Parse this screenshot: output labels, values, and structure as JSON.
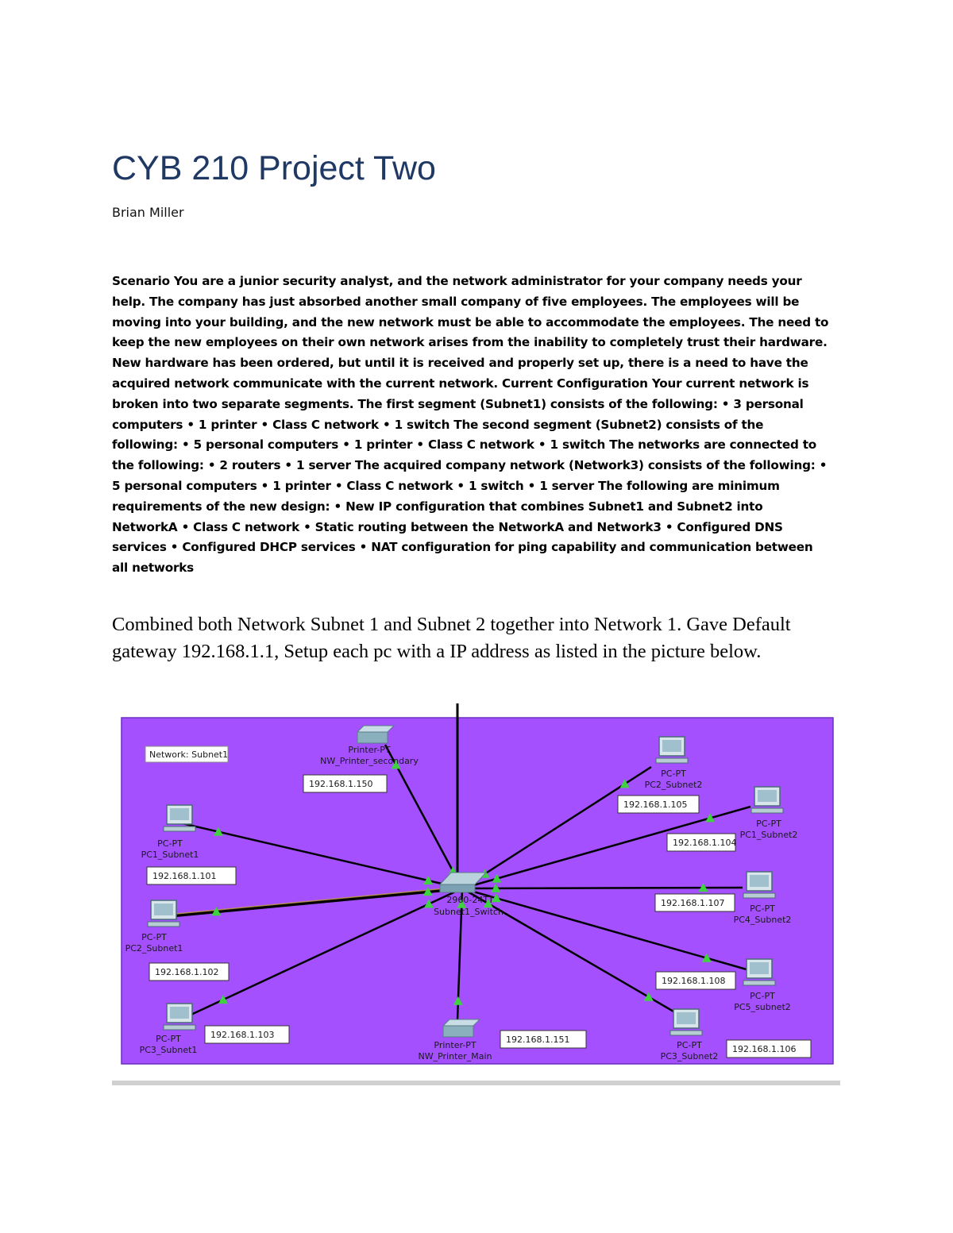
{
  "doc": {
    "title": "CYB 210 Project Two",
    "author": "Brian Miller",
    "scenario": "Scenario You are a junior security analyst, and the network administrator for your company needs your help. The company has just absorbed another small company of five employees. The employees will be moving into your building, and the new network must be able to accommodate the employees. The need to keep the new employees on their own network arises from the inability to completely trust their hardware. New hardware has been ordered, but until it is received and properly set up, there is a need to have the acquired network communicate with the current network. Current Configuration Your current network is broken into two separate segments. The first segment (Subnet1) consists of the following: • 3 personal computers • 1 printer • Class C network • 1 switch The second segment (Subnet2) consists of the following: • 5 personal computers • 1 printer • Class C network • 1 switch The networks are connected to the following: • 2 routers • 1 server The acquired company network (Network3) consists of the following: • 5 personal computers • 1 printer • Class C network • 1 switch • 1 server The following are minimum requirements of the new design: • New IP configuration that combines Subnet1 and Subnet2 into NetworkA • Class C network • Static routing between the NetworkA and Network3 • Configured DNS services • Configured DHCP services • NAT configuration for ping capability and communication between all networks",
    "combined": "Combined both Network Subnet 1 and Subnet 2 together into Network 1. Gave Default gateway 192.168.1.1, Setup each pc with a IP address as listed in the picture below."
  },
  "figure": {
    "background": "#a450ff",
    "link_color": "#000000",
    "indicator_color": "#3fd13f",
    "network_label": "Network: Subnet1",
    "switch": {
      "model": "2960-24TT",
      "name": "Subnet1_Switch"
    },
    "devices": [
      {
        "type": "Printer-PT",
        "name": "NW_Printer_secondary",
        "ip": "192.168.1.150"
      },
      {
        "type": "PC-PT",
        "name": "PC1_Subnet1",
        "ip": "192.168.1.101"
      },
      {
        "type": "PC-PT",
        "name": "PC2_Subnet1",
        "ip": "192.168.1.102"
      },
      {
        "type": "PC-PT",
        "name": "PC3_Subnet1",
        "ip": "192.168.1.103"
      },
      {
        "type": "Printer-PT",
        "name": "NW_Printer_Main",
        "ip": "192.168.1.151"
      },
      {
        "type": "PC-PT",
        "name": "PC2_Subnet2",
        "ip": "192.168.1.105"
      },
      {
        "type": "PC-PT",
        "name": "PC1_Subnet2",
        "ip": "192.168.1.104"
      },
      {
        "type": "PC-PT",
        "name": "PC4_Subnet2",
        "ip": "192.168.1.107"
      },
      {
        "type": "PC-PT",
        "name": "PC5_subnet2",
        "ip": "192.168.1.108"
      },
      {
        "type": "PC-PT",
        "name": "PC3_Subnet2",
        "ip": "192.168.1.106"
      }
    ]
  }
}
